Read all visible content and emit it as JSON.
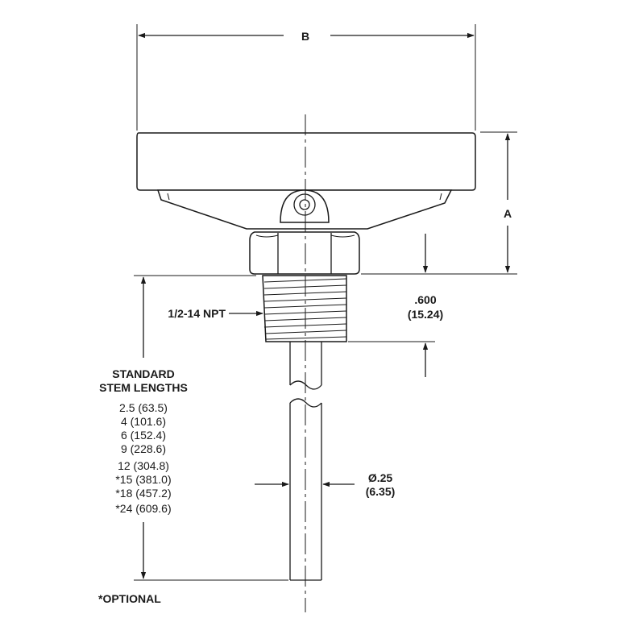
{
  "dimensions": {
    "b_label": "B",
    "a_label": "A",
    "thread_length": ".600",
    "thread_length_mm": "(15.24)",
    "thread_spec": "1/2-14 NPT",
    "stem_diameter": "Ø.25",
    "stem_diameter_mm": "(6.35)"
  },
  "stem_lengths": {
    "title_line1": "STANDARD",
    "title_line2": "STEM LENGTHS",
    "items": [
      "2.5 (63.5)",
      "4 (101.6)",
      "6 (152.4)",
      "9 (228.6)",
      "12 (304.8)",
      "*15 (381.0)",
      "*18 (457.2)",
      "*24 (609.6)"
    ]
  },
  "footnote": "*OPTIONAL"
}
